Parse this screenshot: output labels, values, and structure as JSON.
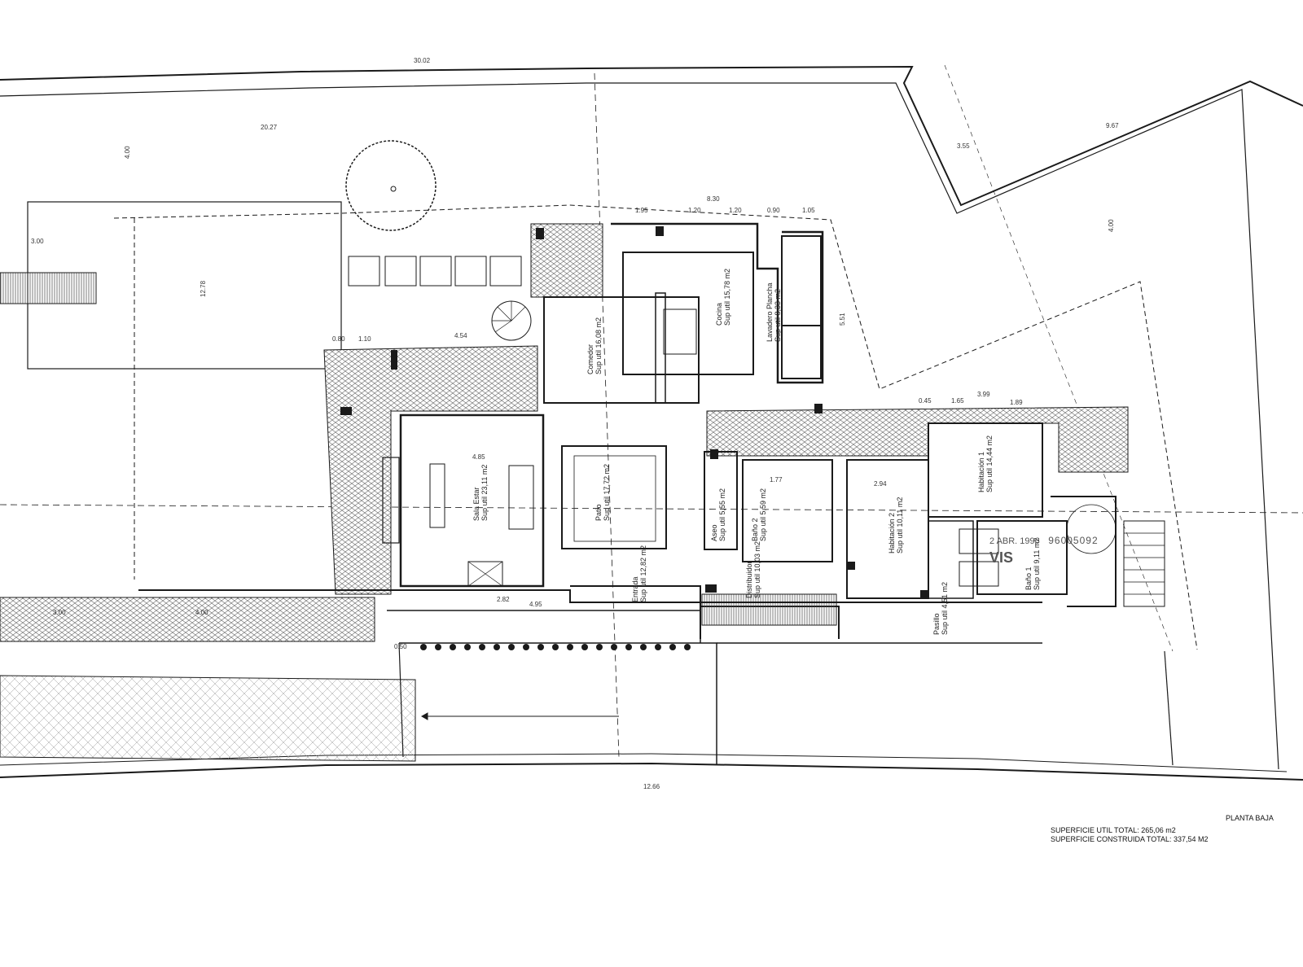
{
  "title": "PLANTA BAJA",
  "surfaces": {
    "useful": "SUPERFICIE UTIL TOTAL: 265,06 m2",
    "built": "SUPERFICIE CONSTRUIDA TOTAL: 337,54 M2"
  },
  "stamp": {
    "date": "2 ABR. 1996",
    "number": "96005092",
    "visa": "VIS"
  },
  "rooms": [
    {
      "name": "Cocina",
      "area": "Sup util 15,78 m2"
    },
    {
      "name": "Lavadero Plancha",
      "area": "Sup util 8,33 m2"
    },
    {
      "name": "Comedor",
      "area": "Sup util 16,08 m2"
    },
    {
      "name": "Sala Estar",
      "area": "Sup util 23,11 m2"
    },
    {
      "name": "Patio",
      "area": "Sup util 17,72 m2"
    },
    {
      "name": "Aseo",
      "area": "Sup util 5,55 m2"
    },
    {
      "name": "Baño 2",
      "area": "Sup util 5,59 m2"
    },
    {
      "name": "Habitación 2",
      "area": "Sup util 10,11 m2"
    },
    {
      "name": "Habitación 1",
      "area": "Sup util 14,44 m2"
    },
    {
      "name": "Baño 1",
      "area": "Sup util 9,11 m2"
    },
    {
      "name": "Distribuidor",
      "area": "Sup util 10,03 m2"
    },
    {
      "name": "Entrada",
      "area": "Sup util 12,82 m2"
    },
    {
      "name": "Pasillo",
      "area": "Sup util 4,51 m2"
    }
  ],
  "dimensions": {
    "top_overall": "30.02",
    "left_overall": "20.27",
    "bottom_overall": "12.66",
    "side_a": "4.00",
    "side_b": "3.00",
    "depth": "12.78",
    "right_a": "9.67",
    "right_b": "3.55",
    "right_c": "4.00",
    "top_row": [
      "1.95",
      "1.20",
      "1.20",
      "0.90",
      "1.05"
    ],
    "kitchen_span": "8.30",
    "mid_row": [
      "0.45",
      "1.65",
      "3.99",
      "1.89"
    ],
    "living_width": "4.85",
    "hall_width": "2.82",
    "entry_width": "4.95",
    "terrace_a": "4.54",
    "terrace_b": "0.80",
    "terrace_c": "1.10",
    "bed2_width": "2.94",
    "bath2_width": "1.77",
    "depth_right": "5.51",
    "left_strip": "3.00",
    "front_a": "4.00",
    "front_b": "0.50"
  },
  "colors": {
    "line": "#1a1a1a",
    "hatch": "#555555",
    "paper": "#ffffff"
  }
}
